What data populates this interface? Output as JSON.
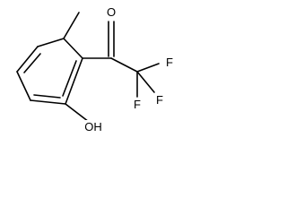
{
  "molecule": {
    "atoms": {
      "oxygen_carbonyl": "O",
      "fluorine_1": "F",
      "fluorine_2": "F",
      "fluorine_3": "F",
      "hydroxyl": "OH"
    },
    "colors": {
      "bond": "#000000",
      "background": "#ffffff"
    }
  }
}
